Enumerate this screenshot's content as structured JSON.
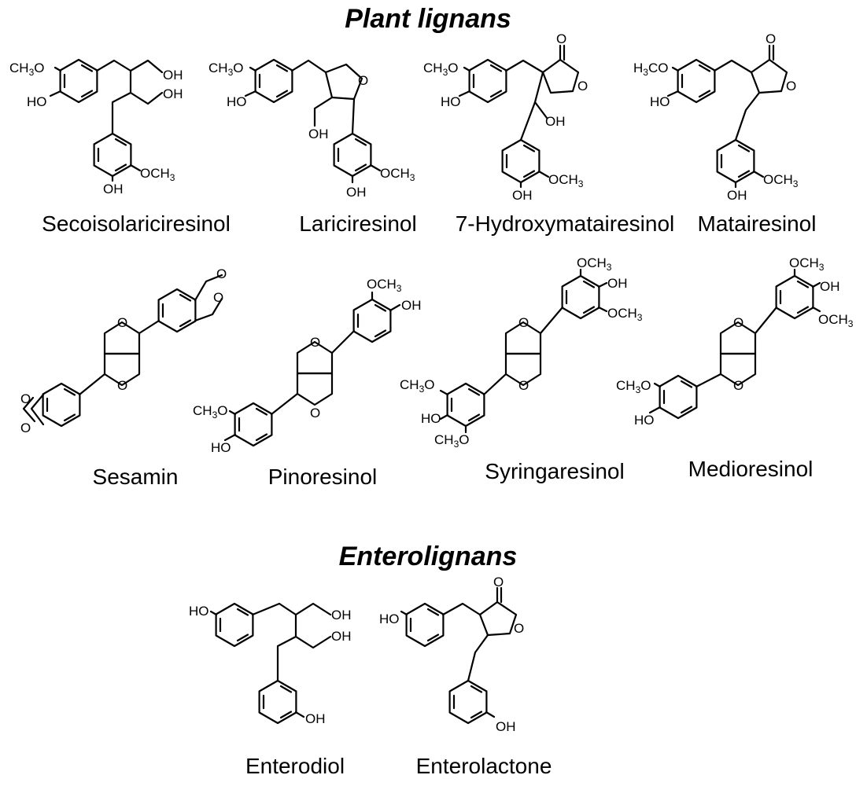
{
  "headings": {
    "plant": "Plant lignans",
    "entero": "Enterolignans"
  },
  "compounds": [
    {
      "id": "secoisolariciresinol",
      "name": "Secoisolariciresinol"
    },
    {
      "id": "lariciresinol",
      "name": "Lariciresinol"
    },
    {
      "id": "hydroxymatairesinol",
      "name": "7-Hydroxymatairesinol"
    },
    {
      "id": "matairesinol",
      "name": "Matairesinol"
    },
    {
      "id": "sesamin",
      "name": "Sesamin"
    },
    {
      "id": "pinoresinol",
      "name": "Pinoresinol"
    },
    {
      "id": "syringaresinol",
      "name": "Syringaresinol"
    },
    {
      "id": "medioresinol",
      "name": "Medioresinol"
    },
    {
      "id": "enterodiol",
      "name": "Enterodiol"
    },
    {
      "id": "enterolactone",
      "name": "Enterolactone"
    }
  ],
  "atoms": {
    "oh": "OH",
    "ho": "HO",
    "o": "O",
    "och3": "OCH",
    "ch3o_a": "CH",
    "ch3o_b": "O",
    "h3co_a": "H",
    "h3co_b": "CO",
    "sub3": "3"
  }
}
